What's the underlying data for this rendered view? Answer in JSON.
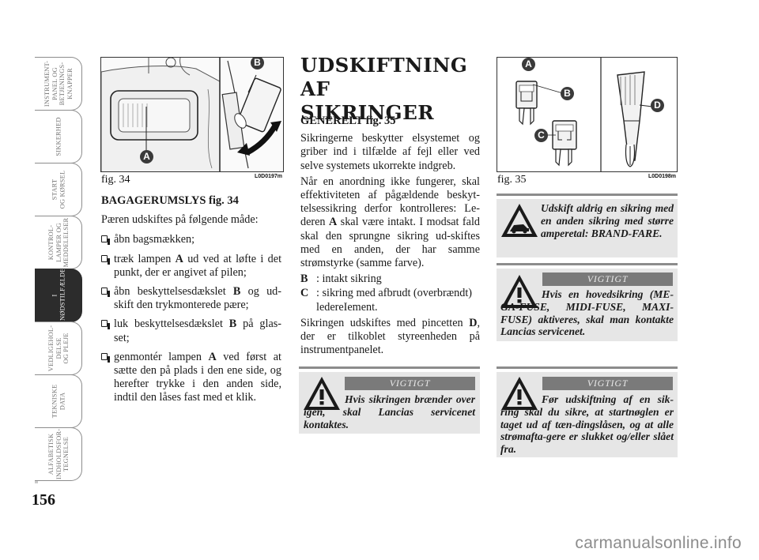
{
  "page_number": "156",
  "side_tabs": [
    {
      "label": "INSTRUMENT-\nPANEL OG\nBETJENINGS-\nKNAPPER",
      "active": false
    },
    {
      "label": "SIKKERHED",
      "active": false
    },
    {
      "label": "START\nOG KØRSEL",
      "active": false
    },
    {
      "label": "KONTROL-\nLAMPER OG\nMEDDELELSER",
      "active": false
    },
    {
      "label": "I\nNØDSTILFÆLDE",
      "active": true
    },
    {
      "label": "VEDLIGEHOL-\nDELSE\nOG PLEJE",
      "active": false
    },
    {
      "label": "TEKNISKE\nDATA",
      "active": false
    },
    {
      "label": "ALFABETISK\nINDHOLDSFOR-\nTEGNELSE",
      "active": false
    }
  ],
  "fig34": {
    "caption": "fig. 34",
    "code": "L0D0197m",
    "callouts": {
      "a": "A",
      "b": "B"
    }
  },
  "fig35": {
    "caption": "fig. 35",
    "code": "L0D0198m",
    "callouts": {
      "a": "A",
      "b": "B",
      "c": "C",
      "d": "D"
    }
  },
  "luggage_light": {
    "heading": "BAGAGERUMSLYS fig. 34",
    "intro": "Pæren udskiftes på følgende måde:",
    "steps": [
      [
        "åbn bagsmækken;"
      ],
      [
        "træk lampen ",
        "A",
        " ud ved at løfte i det punkt, der er angivet af pilen;"
      ],
      [
        "åbn beskyttelsesdækslet ",
        "B",
        " og ud-skift den trykmonterede pære;"
      ],
      [
        "luk beskyttelsesdækslet ",
        "B",
        " på glas-set;"
      ],
      [
        "genmontér lampen ",
        "A",
        " ved først at sætte den på plads i den ene side, og herefter trykke i den anden side, indtil den låses fast med et klik."
      ]
    ]
  },
  "fuses": {
    "title_line1": "UDSKIFTNING AF",
    "title_line2": "SIKRINGER",
    "subheading": "GENERELT fig. 35",
    "para1": "Sikringerne beskytter elsystemet og griber ind i tilfælde af fejl eller ved selve systemets ukorrekte indgreb.",
    "para2_a": "Når en anordning ikke fungerer, skal effektiviteten af pågældende beskyt-telsessikring derfor kontrolleres: Le-deren ",
    "para2_key": "A",
    "para2_b": " skal være intakt. I modsat fald skal den sprungne sikring ud-skiftes med en anden, der har samme strømstyrke (samme farve).",
    "legend": [
      {
        "key": "B",
        "text": ": intakt sikring"
      },
      {
        "key": "C",
        "text": ": sikring med afbrudt (overbrændt) ledereIement."
      }
    ],
    "para3_a": "Sikringen udskiftes med pincetten ",
    "para3_key": "D",
    "para3_b": ", der er tilkoblet styreenheden på instrumentpanelet."
  },
  "warnings": {
    "important_label": "VIGTIGT",
    "w1": "Hvis sikringen brænder over igen, skal Lancias servicenet kontaktes.",
    "w2": "Udskift aldrig en sikring med en anden sikring med større amperetal: BRAND-FARE.",
    "w3": "Hvis en hovedsikring (ME-GA-FUSE, MIDI-FUSE, MAXI-FUSE) aktiveres, skal man kontakte Lancias servicenet.",
    "w4": "Før udskiftning af en sik-ring skal du sikre, at startnøglen er taget ud af tæn-dingslåsen, og at alle strømafta-gere er slukket og/eller slået fra."
  },
  "watermark": "carmanualsonline.info"
}
